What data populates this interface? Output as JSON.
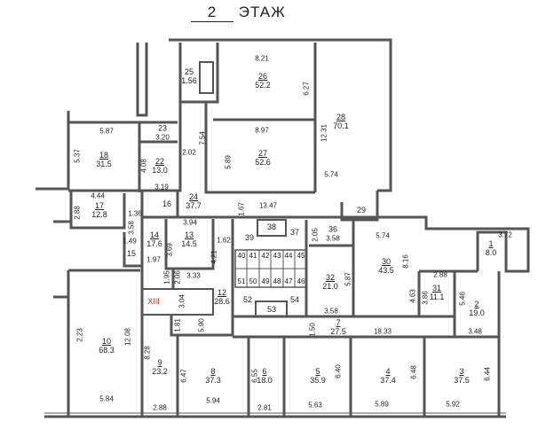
{
  "title": {
    "floor_number": "2",
    "floor_word": "ЭТАЖ"
  },
  "staircase_label": "XIII",
  "colors": {
    "wall": "#555555",
    "staircase_label": "#dd2222"
  },
  "rooms": {
    "r1": {
      "n": "1",
      "a": "8.0"
    },
    "r2": {
      "n": "2",
      "a": "19.0"
    },
    "r3": {
      "n": "3",
      "a": "37.5"
    },
    "r4": {
      "n": "4",
      "a": "37.4"
    },
    "r5": {
      "n": "5",
      "a": "35.9"
    },
    "r6": {
      "n": "6",
      "a": "18.0"
    },
    "r7": {
      "n": "7",
      "a": "27.5"
    },
    "r8": {
      "n": "8",
      "a": "37.3"
    },
    "r9": {
      "n": "9",
      "a": "23.2"
    },
    "r10": {
      "n": "10",
      "a": "68.3"
    },
    "r12": {
      "n": "12",
      "a": "28.6"
    },
    "r13": {
      "n": "13",
      "a": "14.5"
    },
    "r14": {
      "n": "14",
      "a": "17.6"
    },
    "r15": {
      "n": "15"
    },
    "r16": {
      "n": "16"
    },
    "r17": {
      "n": "17",
      "a": "12.8"
    },
    "r18": {
      "n": "18",
      "a": "31.5"
    },
    "r22": {
      "n": "22",
      "a": "13.0"
    },
    "r23": {
      "n": "23",
      "a": "3.20"
    },
    "r24": {
      "n": "24",
      "a": "37.7"
    },
    "r25": {
      "n": "25",
      "a": "1.56"
    },
    "r26": {
      "n": "26",
      "a": "52.2"
    },
    "r27": {
      "n": "27",
      "a": "52.6"
    },
    "r28": {
      "n": "28",
      "a": "70.1"
    },
    "r29": {
      "n": "29"
    },
    "r30": {
      "n": "30",
      "a": "43.5"
    },
    "r31": {
      "n": "31",
      "a": "11.1"
    },
    "r32": {
      "n": "32",
      "a": "21.0"
    },
    "r36": {
      "n": "36",
      "a": "3.58"
    },
    "r37": {
      "n": "37"
    },
    "r38": {
      "n": "38"
    },
    "r39": {
      "n": "39"
    },
    "r40": {
      "n": "40"
    },
    "r41": {
      "n": "41"
    },
    "r42": {
      "n": "42"
    },
    "r43": {
      "n": "43"
    },
    "r44": {
      "n": "44"
    },
    "r45": {
      "n": "45"
    },
    "r46": {
      "n": "46"
    },
    "r47": {
      "n": "47"
    },
    "r48": {
      "n": "48"
    },
    "r49": {
      "n": "49"
    },
    "r50": {
      "n": "50"
    },
    "r51": {
      "n": "51"
    },
    "r52": {
      "n": "52"
    },
    "r53": {
      "n": "53"
    },
    "r54": {
      "n": "54"
    }
  },
  "dims": [
    "8.21",
    "6.27",
    "12.31",
    "5.74",
    "8.97",
    "5.89",
    "7.54",
    "2.02",
    "4.08",
    "3.19",
    "5.87",
    "5.37",
    "4.44",
    "2.88",
    "1.36",
    "3.58",
    "1.49",
    "1.67",
    "13.47",
    "3.94",
    "3.69",
    "1.62",
    "4.21",
    "1.97",
    "1.95",
    "2.06",
    "3.33",
    "3.04",
    "1.81",
    "5.90",
    "2.05",
    "5.74",
    "8.16",
    "5.87",
    "3.58",
    "4.63",
    "2.88",
    "3.86",
    "5.46",
    "3.72",
    "1.50",
    "18.33",
    "3.48",
    "2.23",
    "12.08",
    "8.28",
    "6.47",
    "6.55",
    "6.40",
    "6.48",
    "6.44",
    "5.84",
    "2.88",
    "5.94",
    "2.81",
    "5.63",
    "5.89",
    "5.92"
  ]
}
